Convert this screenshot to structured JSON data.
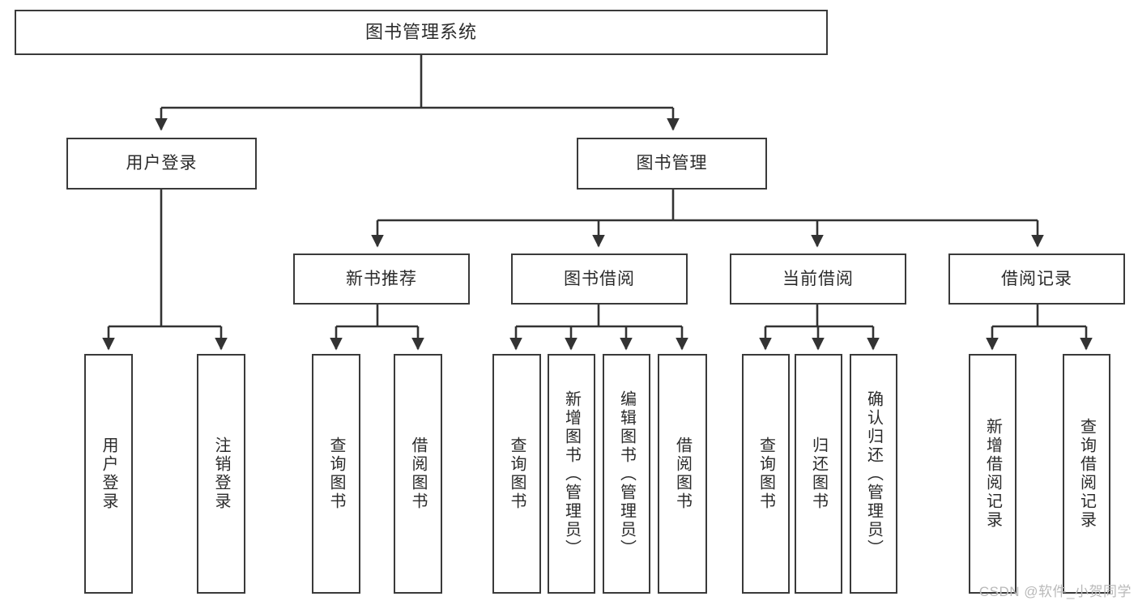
{
  "diagram": {
    "type": "tree",
    "title": "图书管理系统",
    "root": {
      "label": "图书管理系统"
    },
    "level2": [
      {
        "label": "用户登录"
      },
      {
        "label": "图书管理"
      }
    ],
    "level3": [
      {
        "label": "新书推荐"
      },
      {
        "label": "图书借阅"
      },
      {
        "label": "当前借阅"
      },
      {
        "label": "借阅记录"
      }
    ],
    "leaves": {
      "user_login": [
        {
          "label": "用户登录"
        },
        {
          "label": "注销登录"
        }
      ],
      "new_book_recommend": [
        {
          "label": "查询图书"
        },
        {
          "label": "借阅图书"
        }
      ],
      "book_borrow": [
        {
          "label": "查询图书"
        },
        {
          "label": "新增图书（管理员）"
        },
        {
          "label": "编辑图书（管理员）"
        },
        {
          "label": "借阅图书"
        }
      ],
      "current_borrow": [
        {
          "label": "查询图书"
        },
        {
          "label": "归还图书"
        },
        {
          "label": "确认归还（管理员）"
        }
      ],
      "borrow_record": [
        {
          "label": "新增借阅记录"
        },
        {
          "label": "查询借阅记录"
        }
      ]
    }
  },
  "watermark": {
    "text": "CSDN @软件_小贺同学"
  },
  "colors": {
    "border": "#3a3a3a",
    "text": "#2b2b2b",
    "background": "#ffffff",
    "watermark": "#b9b9b9"
  }
}
